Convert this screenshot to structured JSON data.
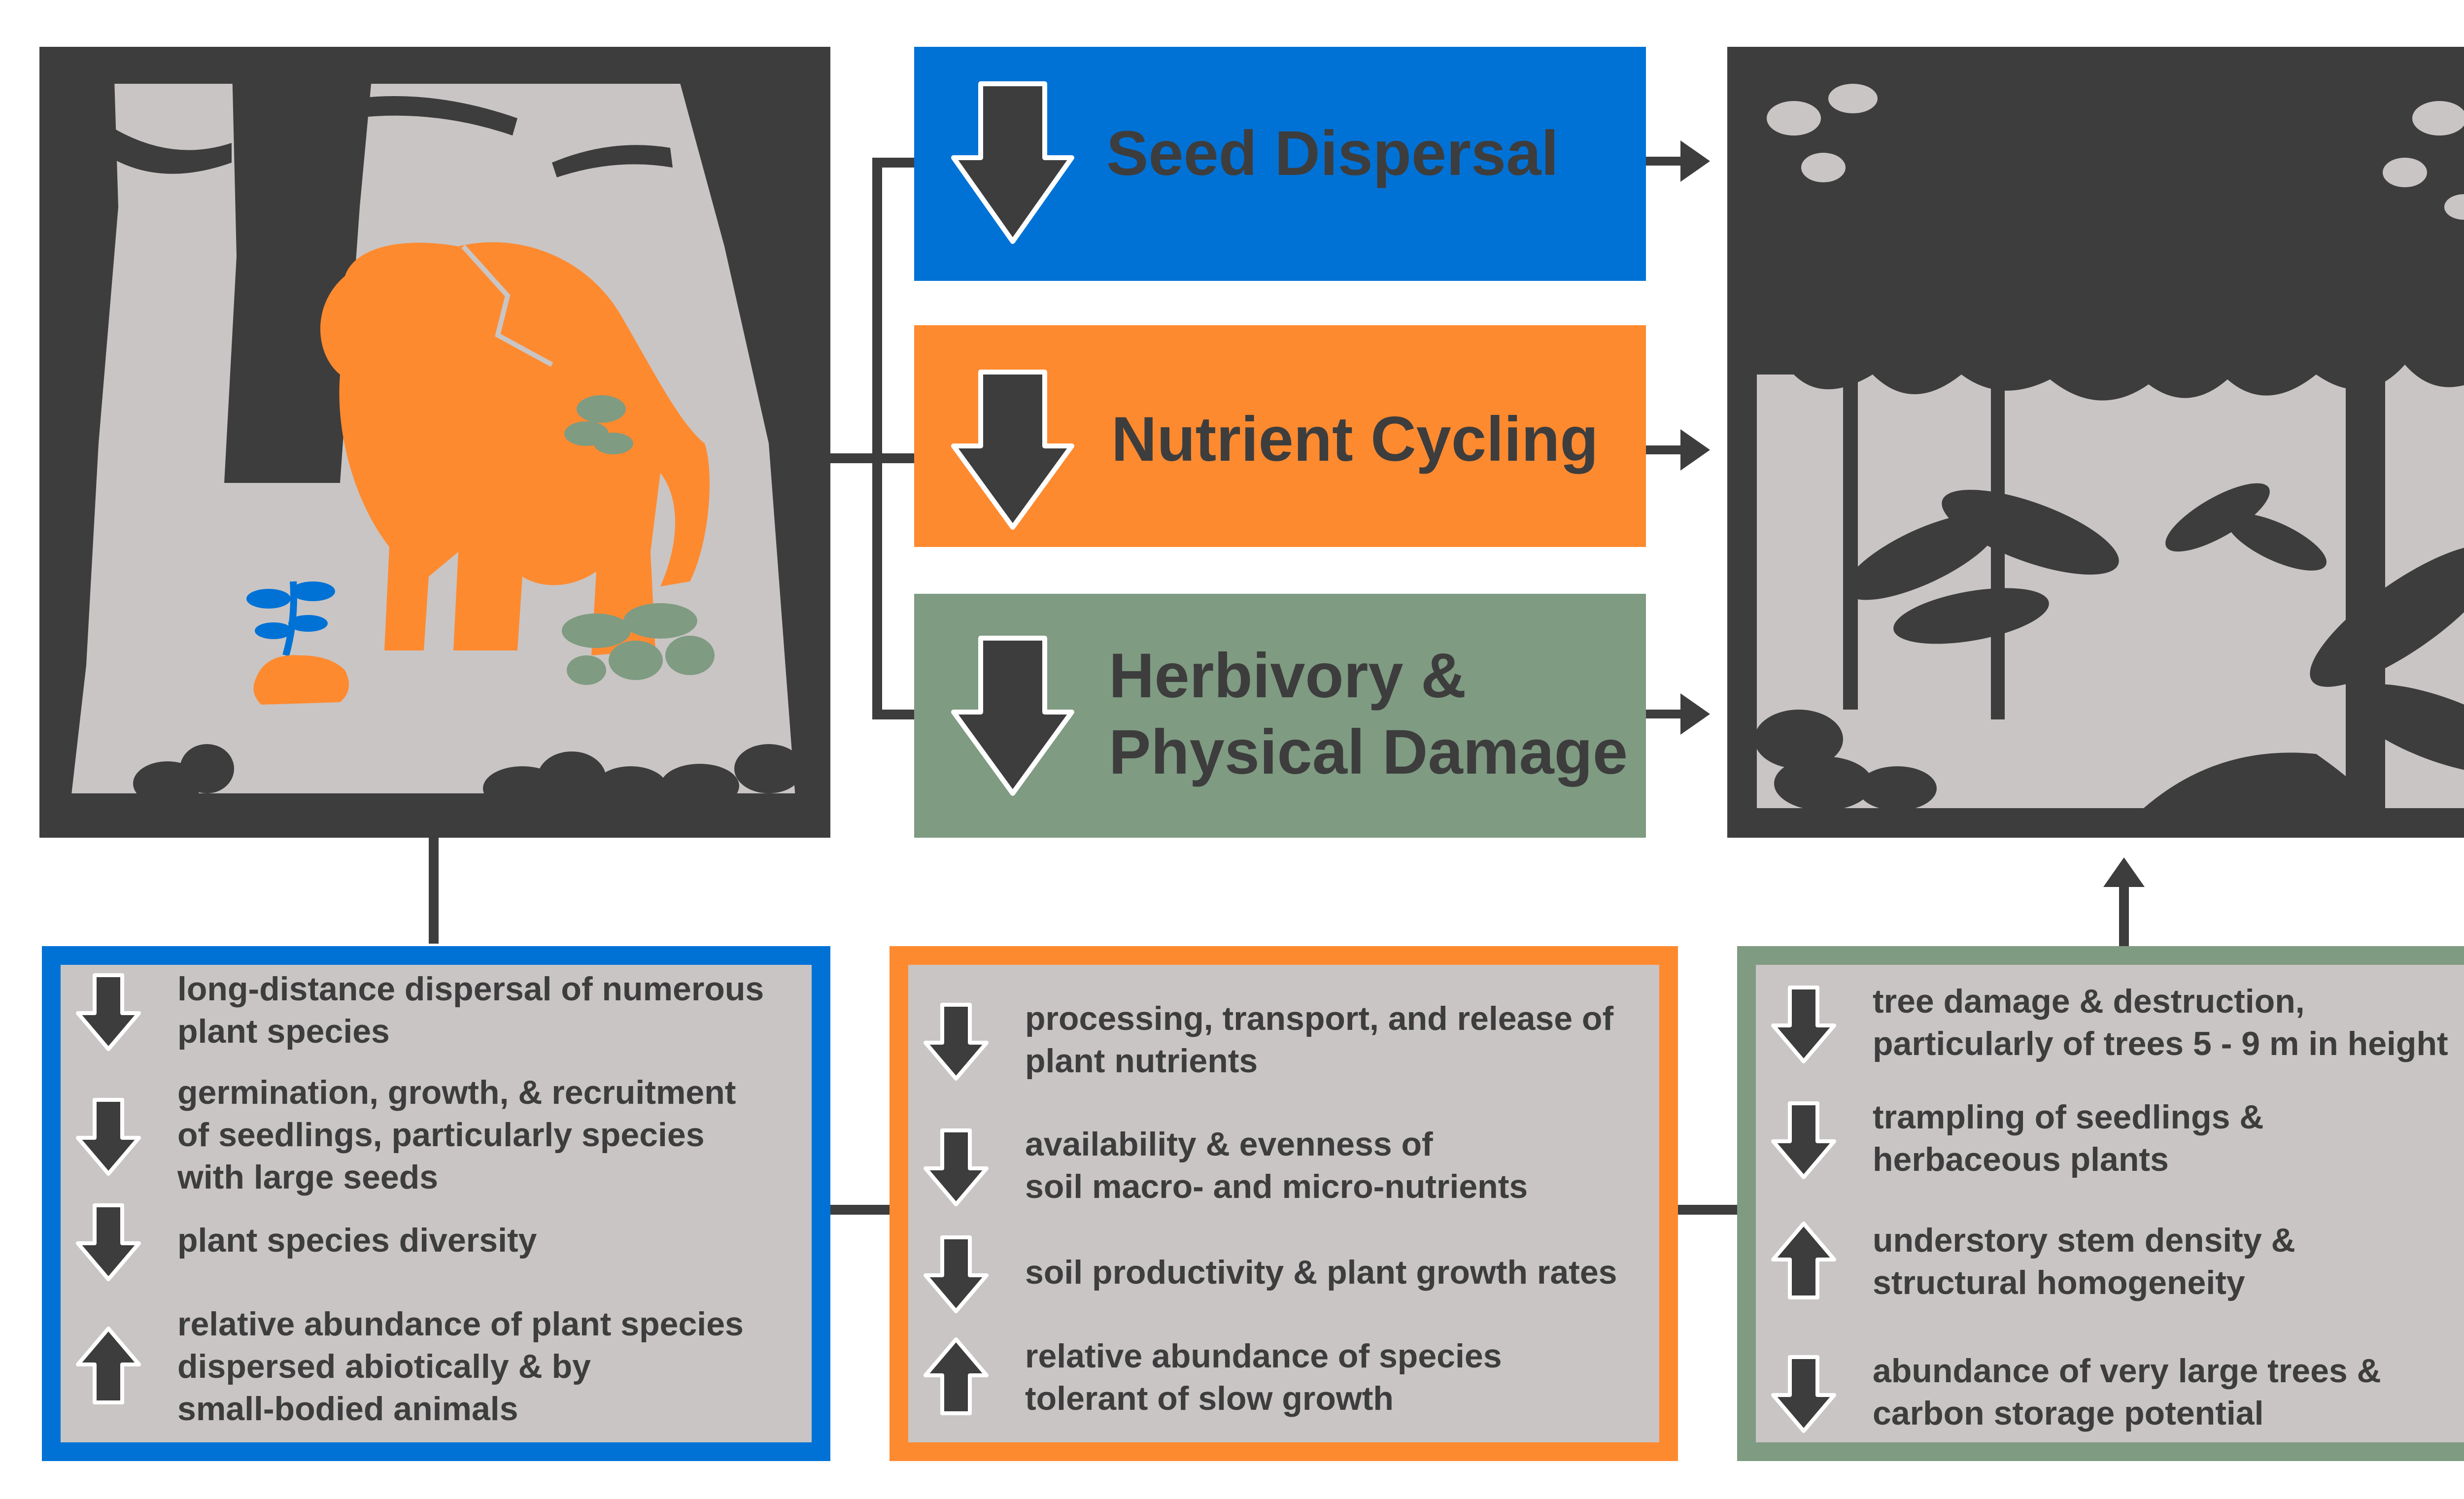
{
  "top_boxes": [
    {
      "lines": [
        "Seed Dispersal"
      ],
      "color": "#0072d6"
    },
    {
      "lines": [
        "Nutrient Cycling"
      ],
      "color": "#fe8a30"
    },
    {
      "lines": [
        "Herbivory &",
        "Physical Damage"
      ],
      "color": "#7f9b82"
    }
  ],
  "panels": [
    {
      "border_color": "#0072d6",
      "items": [
        {
          "direction": "down",
          "lines": [
            "long-distance dispersal of numerous",
            "plant species"
          ]
        },
        {
          "direction": "down",
          "lines": [
            "germination, growth, & recruitment",
            "of seedlings, particularly species",
            "with large seeds"
          ]
        },
        {
          "direction": "down",
          "lines": [
            "plant species diversity"
          ]
        },
        {
          "direction": "up",
          "lines": [
            "relative abundance of plant species",
            "dispersed abiotically & by",
            "small-bodied animals"
          ]
        }
      ]
    },
    {
      "border_color": "#fe8a30",
      "items": [
        {
          "direction": "down",
          "lines": [
            "processing, transport, and release of",
            "plant nutrients"
          ]
        },
        {
          "direction": "down",
          "lines": [
            "availability & evenness of",
            "soil macro- and micro-nutrients"
          ]
        },
        {
          "direction": "down",
          "lines": [
            "soil productivity & plant growth rates"
          ]
        },
        {
          "direction": "up",
          "lines": [
            "relative abundance of species",
            "tolerant of slow growth"
          ]
        }
      ]
    },
    {
      "border_color": "#7f9b82",
      "items": [
        {
          "direction": "down",
          "lines": [
            "tree damage & destruction,",
            "particularly of trees 5 - 9 m in height"
          ]
        },
        {
          "direction": "down",
          "lines": [
            "trampling of seedlings &",
            "herbaceous plants"
          ]
        },
        {
          "direction": "up",
          "lines": [
            "understory stem density &",
            "structural homogeneity"
          ]
        },
        {
          "direction": "down",
          "lines": [
            "abundance of very large trees &",
            "carbon storage potential"
          ]
        }
      ]
    }
  ],
  "images": {
    "left": "forest-with-elephant-illustration",
    "right": "dense-forest-illustration"
  },
  "colors": {
    "dark": "#3d3d3d",
    "panel_fill": "#c9c5c4",
    "elephant": "#fe8a30",
    "seedling": "#0072d6",
    "foliage": "#7f9b82"
  }
}
